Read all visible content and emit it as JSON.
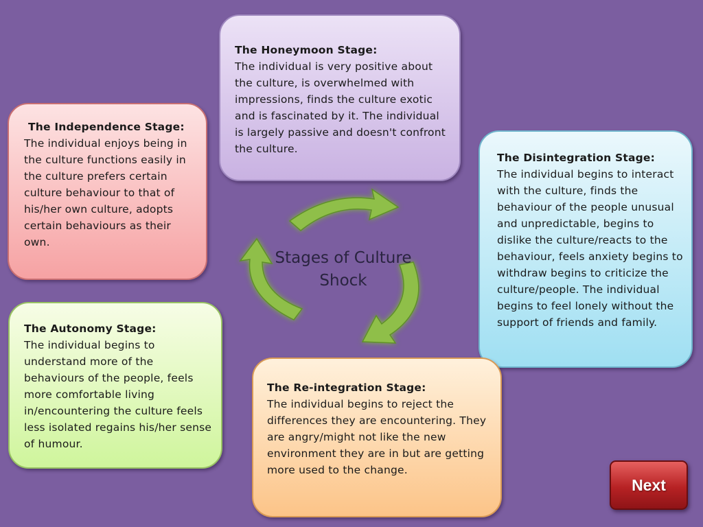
{
  "center": {
    "line1": "Stages of Culture",
    "line2": "Shock"
  },
  "stages": {
    "honeymoon": {
      "title": "The Honeymoon Stage:",
      "body": "The individual is very positive about the culture, is overwhelmed with impressions, finds the culture exotic and is fascinated by it. The individual is largely passive and doesn't confront the culture."
    },
    "independence": {
      "title": "The Independence Stage:",
      "body": "The individual enjoys being in the culture functions easily in the culture prefers certain culture behaviour to that of his/her own culture, adopts certain behaviours as their own."
    },
    "disintegration": {
      "title": "The Disintegration Stage:",
      "body": "The individual begins to interact with the culture, finds the behaviour of the people unusual and unpredictable, begins to dislike the culture/reacts to the behaviour, feels anxiety begins to withdraw begins to criticize the culture/people. The individual begins to feel lonely without the support of friends and family."
    },
    "autonomy": {
      "title": "The Autonomy Stage:",
      "body": "The individual begins to understand more of the behaviours of the people, feels more comfortable living in/encountering the culture feels less isolated regains his/her sense of humour."
    },
    "reintegration": {
      "title": "The Re-integration Stage:",
      "body": "The individual begins to reject the differences they are encountering. They are angry/might not like the new environment they are in but are getting more used to the change."
    }
  },
  "navigation": {
    "next_label": "Next"
  },
  "colors": {
    "background": "#7b5ea0",
    "honeymoon": "#d8c6ec",
    "independence": "#f8b4b5",
    "disintegration": "#b6e7f5",
    "autonomy": "#def8b8",
    "reintegration": "#fdd3a5",
    "arrow": "#8fbf4a",
    "next_button": "#b72224"
  }
}
